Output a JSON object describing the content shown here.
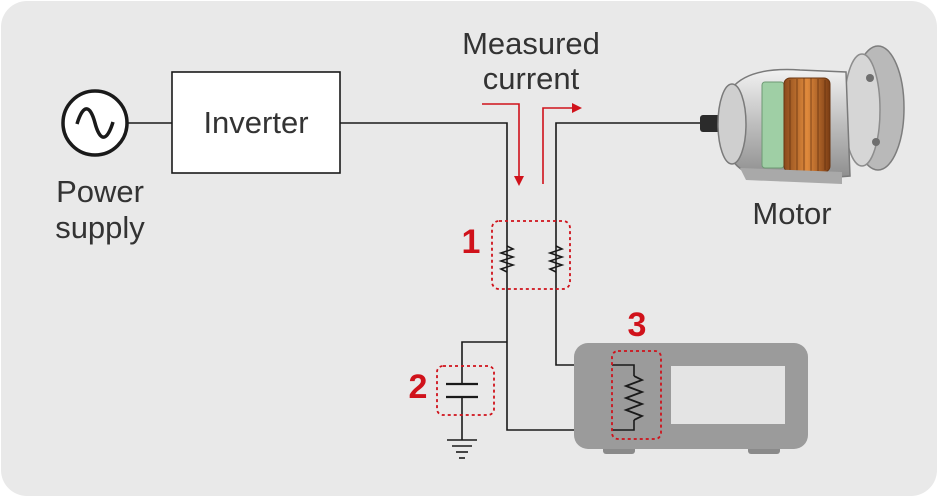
{
  "labels": {
    "inverter": "Inverter",
    "power_supply_line1": "Power",
    "power_supply_line2": "supply",
    "measured_current_line1": "Measured",
    "measured_current_line2": "current",
    "motor": "Motor"
  },
  "markers": [
    "1",
    "2",
    "3"
  ],
  "colors": {
    "accent": "#d0121b",
    "background": "#e9e9e9",
    "instrument": "#9b9b9b",
    "screen": "#e4e4e4"
  },
  "icons": {
    "power_supply": "ac-source-icon",
    "motor": "motor-icon",
    "resistor": "resistor-icon",
    "capacitor": "capacitor-icon",
    "ground": "ground-icon"
  }
}
